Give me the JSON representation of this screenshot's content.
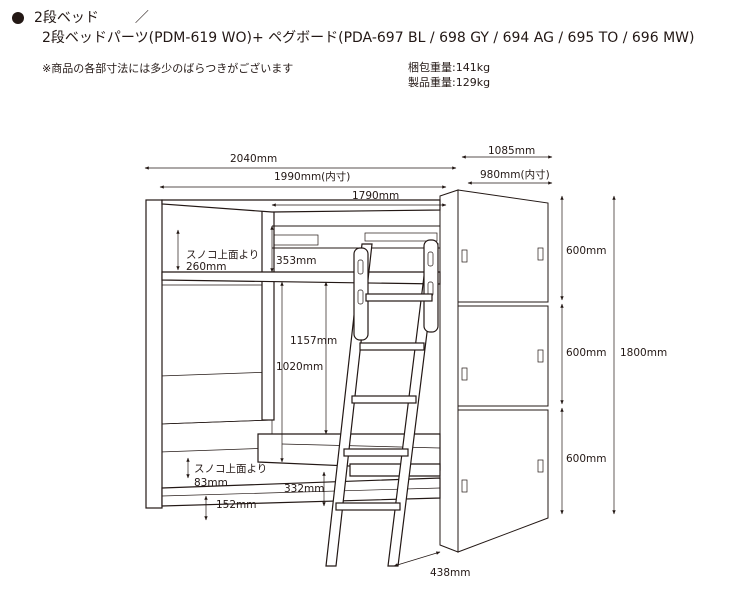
{
  "header": {
    "title": "2段ベッド",
    "separator": "／",
    "subtitle": "2段ベッドパーツ(PDM-619 WO)+ ペグボード(PDA-697 BL / 698 GY / 694 AG / 695 TO / 696 MW)",
    "note": "※商品の各部寸法には多少のばらつきがございます"
  },
  "weights": {
    "package": "梱包重量:141kg",
    "product": "製品重量:129kg"
  },
  "dimensions": {
    "total_length": "2040mm",
    "inner_length": "1990mm(内寸)",
    "span": "1790mm",
    "total_width": "1085mm",
    "inner_width": "980mm(内寸)",
    "panel_top": "600mm",
    "panel_middle": "600mm",
    "panel_bottom": "600mm",
    "total_height": "1800mm",
    "upper_label": "スノコ上面より",
    "upper_clearance": "260mm",
    "lower_label": "スノコ上面より",
    "lower_clearance": "83mm",
    "guard_height": "353mm",
    "deck_height": "1157mm",
    "under_clearance": "1020mm",
    "lower_deck_height": "332mm",
    "bottom_gap": "152mm",
    "ladder_width": "438mm"
  }
}
